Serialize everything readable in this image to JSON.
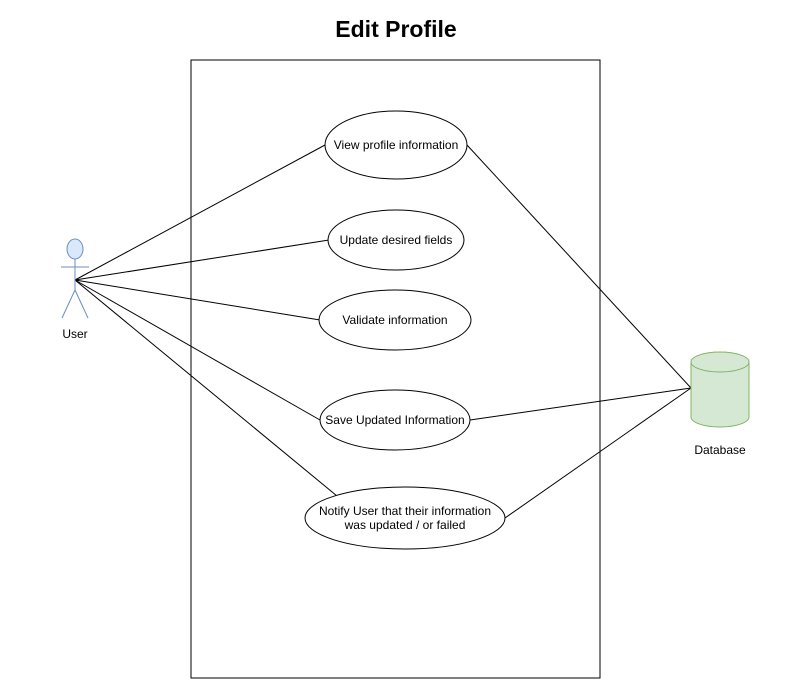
{
  "title": "Edit Profile",
  "actors": {
    "user": {
      "label": "User",
      "fill": "#dae8fc",
      "stroke": "#6c8ebf"
    },
    "database": {
      "label": "Database",
      "fill": "#d5e8d4",
      "stroke": "#82b366"
    }
  },
  "use_cases": [
    {
      "id": "view",
      "lines": [
        "View profile information"
      ]
    },
    {
      "id": "update",
      "lines": [
        "Update desired fields"
      ]
    },
    {
      "id": "validate",
      "lines": [
        "Validate information"
      ]
    },
    {
      "id": "save",
      "lines": [
        "Save Updated Information"
      ]
    },
    {
      "id": "notify",
      "lines": [
        "Notify User that their information",
        "was updated / or failed"
      ]
    }
  ],
  "associations": {
    "user": [
      "view",
      "update",
      "validate",
      "save",
      "notify"
    ],
    "database": [
      "view",
      "save",
      "notify"
    ]
  }
}
